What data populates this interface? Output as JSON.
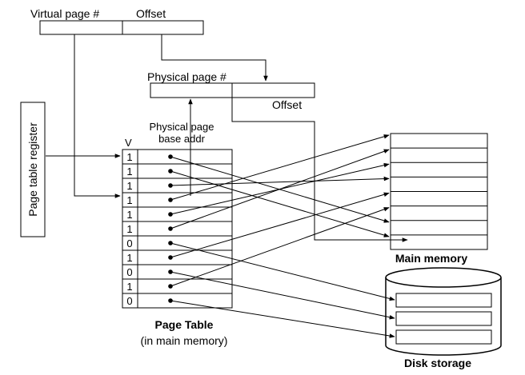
{
  "virtual_address": {
    "vpn_label": "Virtual page #",
    "offset_label": "Offset"
  },
  "physical_address": {
    "ppn_label": "Physical page #",
    "offset_label": "Offset"
  },
  "page_table_register": {
    "label": "Page table register"
  },
  "page_table": {
    "valid_header": "V",
    "base_header_line1": "Physical page",
    "base_header_line2": "base addr",
    "valid_bits": [
      "1",
      "1",
      "1",
      "1",
      "1",
      "1",
      "0",
      "1",
      "0",
      "1",
      "0"
    ],
    "title": "Page Table",
    "subtitle": "(in main memory)"
  },
  "main_memory": {
    "title": "Main memory"
  },
  "disk_storage": {
    "title": "Disk storage"
  }
}
